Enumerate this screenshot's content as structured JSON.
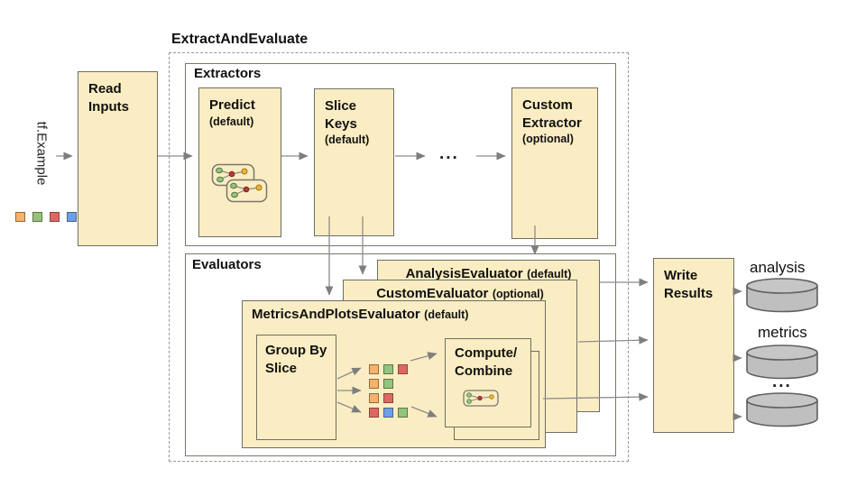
{
  "title": "ExtractAndEvaluate",
  "input": {
    "label": "tf.Example",
    "squares": [
      "orange",
      "green",
      "red",
      "blue"
    ]
  },
  "read_inputs": {
    "title": "Read Inputs"
  },
  "extractors": {
    "label": "Extractors",
    "predict": {
      "title": "Predict",
      "qualifier": "(default)"
    },
    "slice_keys": {
      "title": "Slice Keys",
      "qualifier": "(default)"
    },
    "ellipsis": "...",
    "custom": {
      "title": "Custom Extractor",
      "qualifier": "(optional)"
    }
  },
  "evaluators": {
    "label": "Evaluators",
    "analysis": {
      "title": "AnalysisEvaluator",
      "qualifier": "(default)"
    },
    "custom": {
      "title": "CustomEvaluator",
      "qualifier": "(optional)"
    },
    "metrics_and_plots": {
      "title": "MetricsAndPlotsEvaluator",
      "qualifier": "(default)",
      "group_by_slice": "Group By Slice",
      "compute_line1": "Compute/",
      "compute_line2": "Combine"
    }
  },
  "slice_groups": [
    [
      "orange",
      "green",
      "red"
    ],
    [
      "orange",
      "green"
    ],
    [
      "orange",
      "red"
    ],
    [
      "red",
      "blue",
      "green"
    ]
  ],
  "write_results": {
    "title": "Write Results"
  },
  "outputs": {
    "analysis_label": "analysis",
    "metrics_label": "metrics",
    "ellipsis": "..."
  },
  "palette": {
    "box_fill": "#FBEDC3",
    "box_border": "#6E6E64",
    "arrow": "#8A8A8A",
    "cylinder_fill": "#BFBFBF",
    "square_orange": "#F6B26B",
    "square_green": "#93C47D",
    "square_red": "#E06666",
    "square_blue": "#6D9EEB"
  }
}
